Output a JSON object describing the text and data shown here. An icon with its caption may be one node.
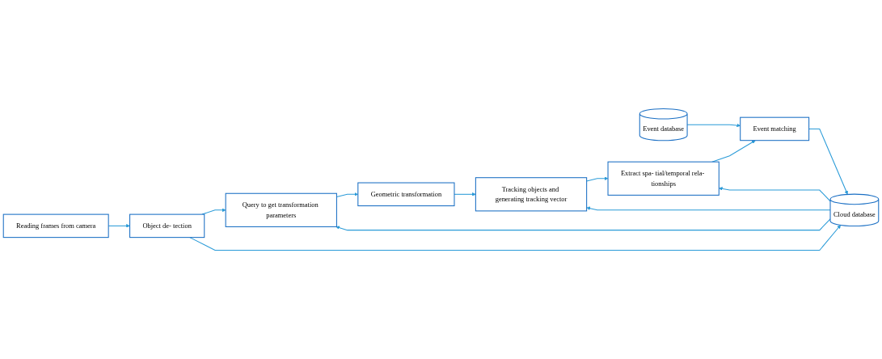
{
  "diagram": {
    "nodes": [
      {
        "text": [
          "Reading frames from camera"
        ]
      },
      {
        "text": [
          "Object de- tection"
        ]
      },
      {
        "text": [
          "Query to get transformation parameters"
        ]
      },
      {
        "text": [
          "Event database"
        ]
      },
      {
        "text": [
          "Cloud database"
        ]
      },
      {
        "text": [
          "Geometric transformation"
        ]
      },
      {
        "text": [
          "Event matching"
        ]
      },
      {
        "text": [
          "Extract spa- tial/temporal rela- tionships"
        ]
      },
      {
        "text": [
          "Tracking objects and generating tracking vector"
        ]
      }
    ],
    "edges": [
      {
        "from": 0,
        "to": 1,
        "arrow": "to"
      },
      {
        "from": 1,
        "to": 2,
        "arrow": "to"
      },
      {
        "from": 1,
        "to": 4,
        "arrow": "to"
      },
      {
        "from": 4,
        "to": 2,
        "arrow": "to"
      },
      {
        "from": 2,
        "to": 5,
        "arrow": "to"
      },
      {
        "from": 3,
        "to": 6,
        "arrow": "to"
      },
      {
        "from": 6,
        "to": 4,
        "arrow": "to"
      },
      {
        "from": 4,
        "to": 7,
        "arrow": "to"
      },
      {
        "from": 4,
        "to": 8,
        "arrow": "to"
      },
      {
        "from": 5,
        "to": 8,
        "arrow": "to"
      },
      {
        "from": 8,
        "to": 7,
        "arrow": "to"
      },
      {
        "from": 7,
        "to": 6,
        "arrow": "to"
      }
    ]
  }
}
